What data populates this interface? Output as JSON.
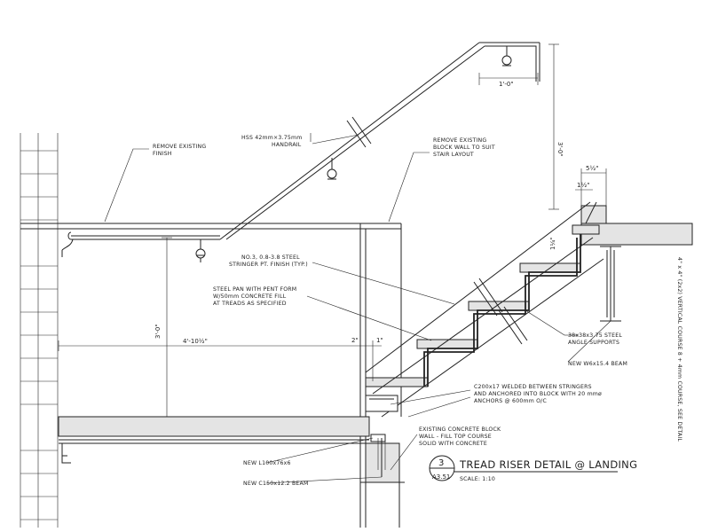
{
  "notes": {
    "remove_finish": [
      "REMOVE EXISTING",
      "FINISH"
    ],
    "handrail": [
      "HSS 42mm×3.75mm",
      "HANDRAIL"
    ],
    "remove_block": [
      "REMOVE EXISTING",
      "BLOCK WALL TO SUIT",
      "STAIR LAYOUT"
    ],
    "stringer": [
      "NO.3, 0.8-3.8 STEEL",
      "STRINGER PT. FINISH (TYP.)"
    ],
    "steel_pan": [
      "STEEL PAN WITH PENT FORM",
      "W/50mm CONCRETE FILL",
      "AT TREADS AS SPECIFIED"
    ],
    "angle_supports": [
      "38x38x3.75 STEEL",
      "ANGLE SUPPORTS"
    ],
    "new_beam": "NEW W6x15.4 BEAM",
    "welded": [
      "C200x17 WELDED BETWEEN STRINGERS",
      "AND ANCHORED INTO BLOCK WITH 20 mmø",
      "ANCHORS @ 600mm O/C"
    ],
    "existing_block": [
      "EXISTING CONCRETE BLOCK",
      "WALL - FILL TOP COURSE",
      "SOLID WITH CONCRETE"
    ],
    "new_angle": "NEW L100x76x6",
    "new_channel": "NEW C150x12.2 BEAM",
    "side_note": "4\" x 4\" (2x2) VERTICAL COURSE 8 + 4mm COURSE, SEE DETAIL"
  },
  "dims": {
    "handrail_ext": "1'-0\"",
    "rail_height": "3'-0\"",
    "tread_top": "5½\"",
    "tread_nosing": "1½\"",
    "riser_small": "1¼\"",
    "landing_height": "3'-0\"",
    "landing_width": "4'-10½\"",
    "gap1": "2\"",
    "gap2": "1\""
  },
  "title": {
    "number": "3",
    "sheet": "A3.51",
    "name": "TREAD RISER DETAIL @ LANDING",
    "scale": "SCALE: 1:10"
  }
}
